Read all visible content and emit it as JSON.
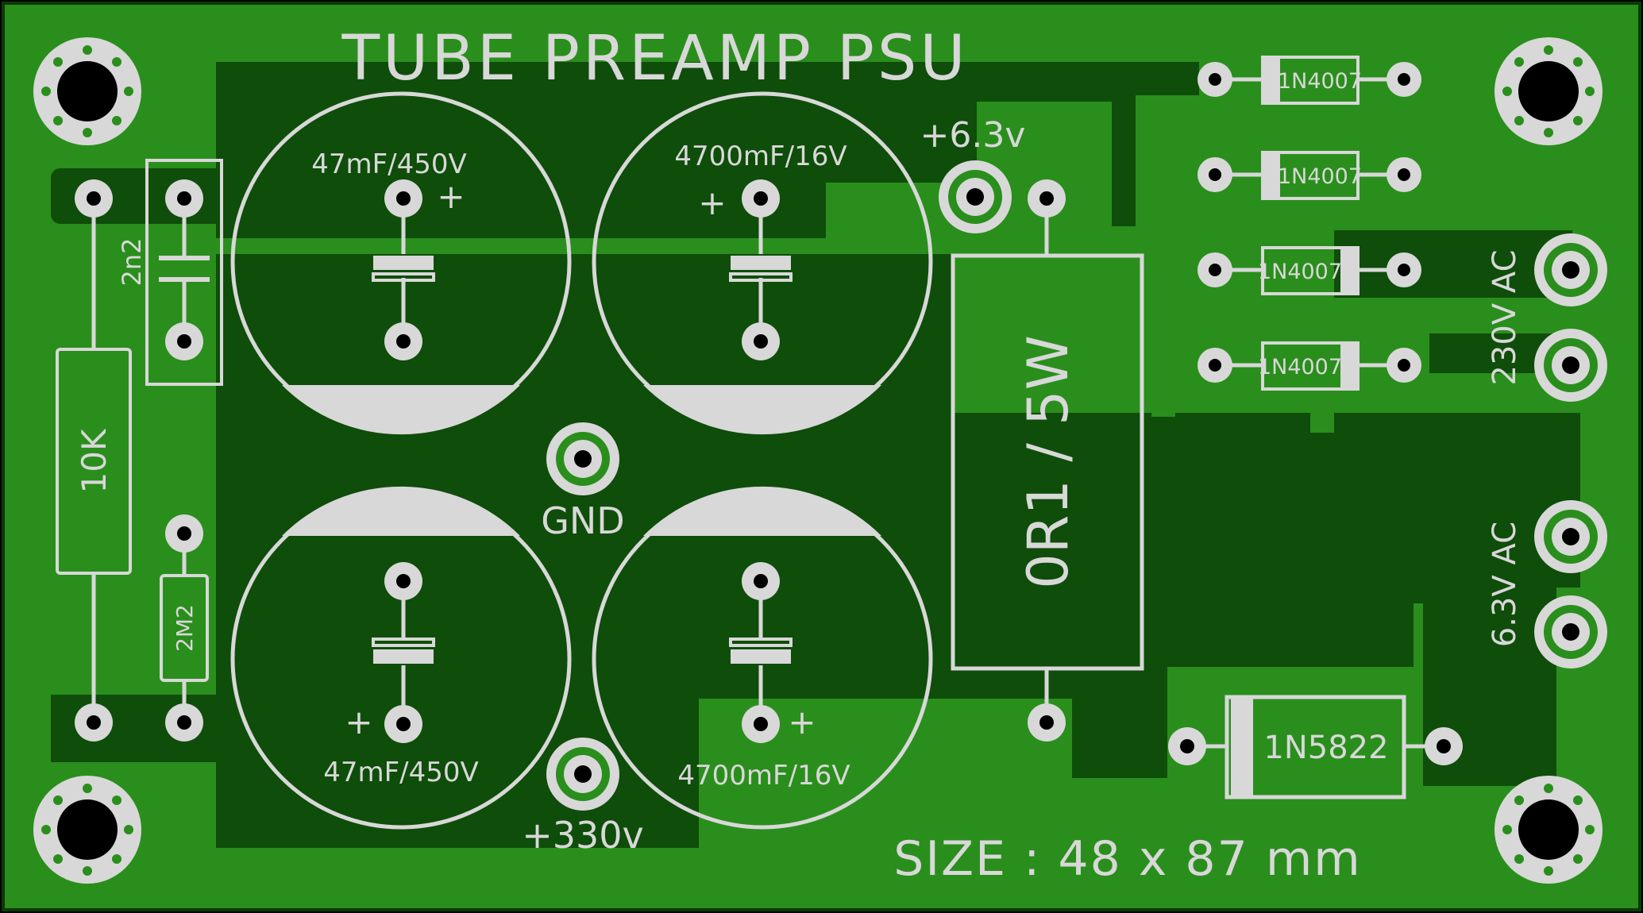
{
  "board": {
    "title": "TUBE PREAMP PSU",
    "size_label": "SIZE : 48 x 87 mm",
    "colors": {
      "board": "#2a8e1c",
      "trace": "#0f4d0a",
      "silk": "#d8d8d8",
      "pad_hole": "#000000"
    }
  },
  "labels": {
    "v63_out": "+6.3v",
    "gnd": "GND",
    "v330_out": "+330v",
    "ac230": "230V AC",
    "ac63": "6.3V AC"
  },
  "components": {
    "c1": {
      "value": "47mF/450V",
      "pol": "+"
    },
    "c2": {
      "value": "4700mF/16V",
      "pol": "+"
    },
    "c3": {
      "value": "47mF/450V",
      "pol": "+"
    },
    "c4": {
      "value": "4700mF/16V",
      "pol": "+"
    },
    "c_small": {
      "value": "2n2"
    },
    "r_10k": {
      "value": "10K"
    },
    "r_2m2": {
      "value": "2M2"
    },
    "r_power": {
      "value": "0R1 / 5W"
    },
    "d1": {
      "value": "1N4007"
    },
    "d2": {
      "value": "1N4007"
    },
    "d3": {
      "value": "1N4007"
    },
    "d4": {
      "value": "1N4007"
    },
    "d5": {
      "value": "1N5822"
    }
  }
}
